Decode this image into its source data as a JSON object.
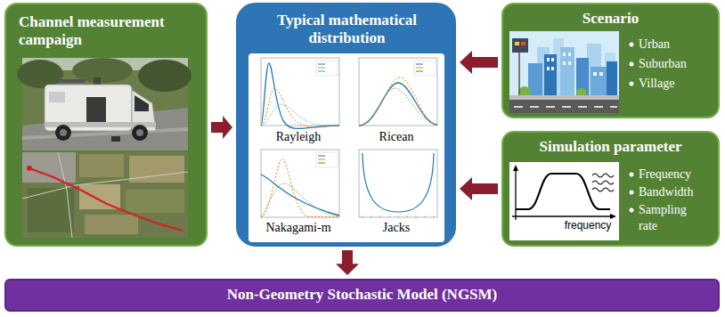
{
  "diagram": {
    "nodes": [
      {
        "text": [
          "Channel measurement campaign"
        ]
      },
      {
        "text": [
          "Typical mathematical distribution"
        ]
      },
      {
        "text": [
          "Scenario",
          "Urban",
          "Suburban",
          "Village"
        ]
      },
      {
        "text": [
          "Simulation parameter",
          "Frequency",
          "Bandwidth",
          "Sampling rate"
        ]
      },
      {
        "text": [
          "Non-Geometry Stochastic Model (NGSM)"
        ]
      }
    ],
    "edges": [
      {
        "from": 0,
        "to": 1,
        "arrow": "to"
      },
      {
        "from": 2,
        "to": 1,
        "arrow": "to"
      },
      {
        "from": 3,
        "to": 1,
        "arrow": "to"
      },
      {
        "from": 1,
        "to": 4,
        "arrow": "to"
      }
    ],
    "labels": [
      "Rayleigh",
      "Ricean",
      "Nakagami-m",
      "Jacks",
      "frequency"
    ]
  }
}
